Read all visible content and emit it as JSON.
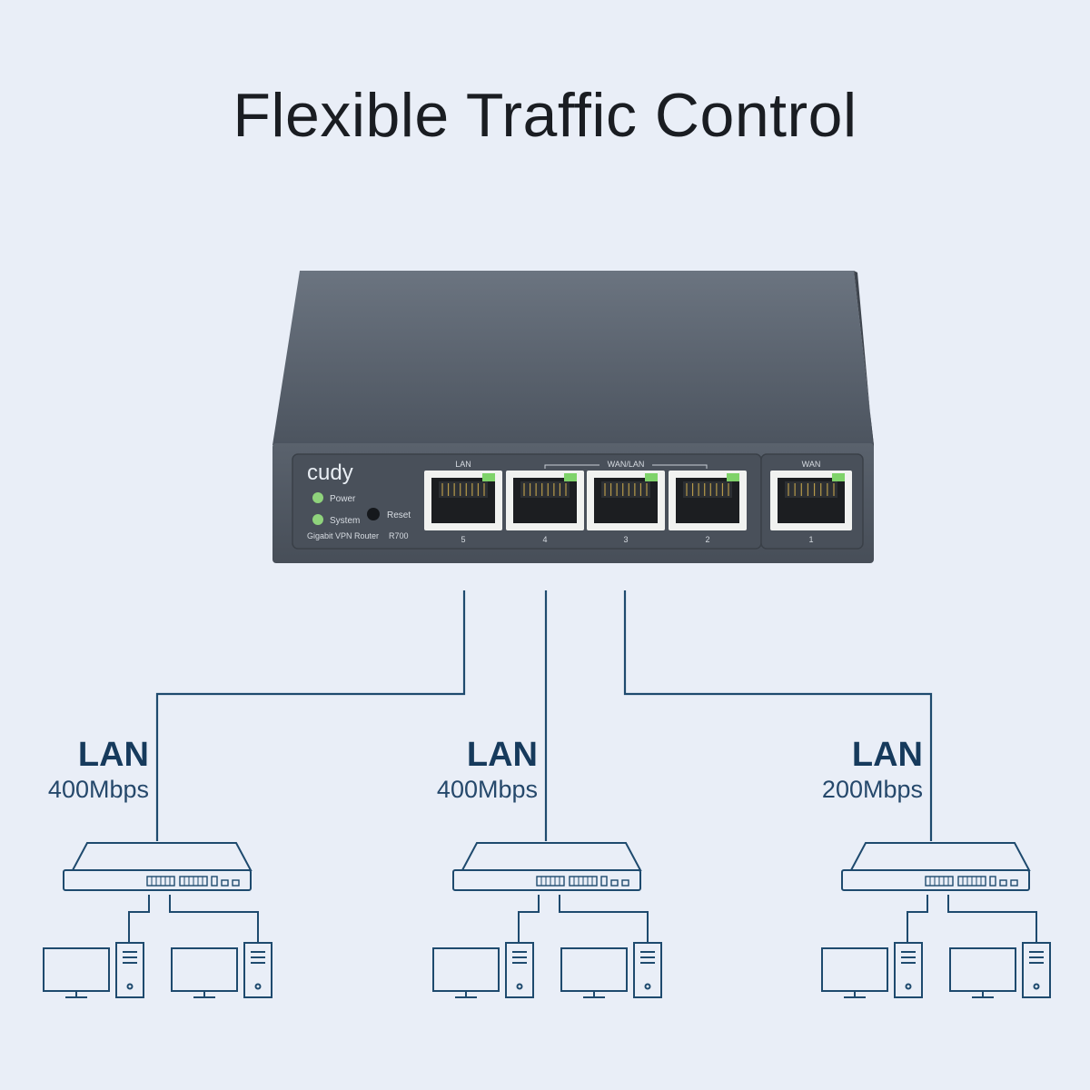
{
  "title": "Flexible Traffic Control",
  "router": {
    "brand": "cudy",
    "model_text": "Gigabit VPN Router",
    "model_number": "R700",
    "led_power_label": "Power",
    "led_system_label": "System",
    "reset_label": "Reset",
    "port_group_lan_label": "LAN",
    "port_group_wanlan_label": "WAN/LAN",
    "port_group_wan_label": "WAN",
    "ports": [
      "5",
      "4",
      "3",
      "2",
      "1"
    ]
  },
  "segments": [
    {
      "type": "LAN",
      "rate": "400Mbps"
    },
    {
      "type": "LAN",
      "rate": "400Mbps"
    },
    {
      "type": "LAN",
      "rate": "200Mbps"
    }
  ],
  "colors": {
    "background": "#e9eef7",
    "line": "#1e4a6e",
    "label": "#163a5c",
    "router_body": "#545c68",
    "led": "#8fd37c"
  }
}
